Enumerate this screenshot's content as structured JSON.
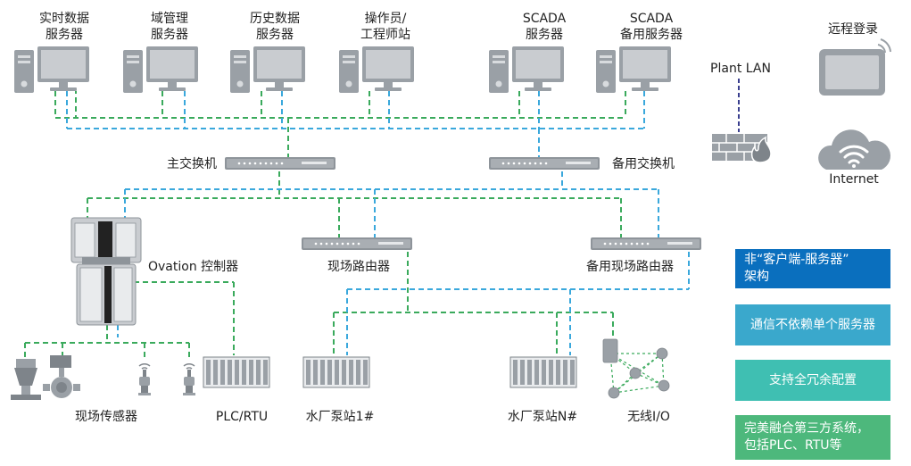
{
  "servers": [
    {
      "line1": "实时数据",
      "line2": "服务器"
    },
    {
      "line1": "域管理",
      "line2": "服务器"
    },
    {
      "line1": "历史数据",
      "line2": "服务器"
    },
    {
      "line1": "操作员/",
      "line2": "工程师站"
    },
    {
      "line1": "SCADA",
      "line2": "服务器"
    },
    {
      "line1": "SCADA",
      "line2": "备用服务器"
    }
  ],
  "remote_login": "远程登录",
  "plant_lan": "Plant LAN",
  "internet": "Internet",
  "main_switch": "主交换机",
  "backup_switch": "备用交换机",
  "controller": "Ovation 控制器",
  "field_router": "现场路由器",
  "backup_field_router": "备用现场路由器",
  "field_sensors": "现场传感器",
  "plc_rtu": "PLC/RTU",
  "pump_station_1": "水厂泵站1#",
  "pump_station_n": "水厂泵站N#",
  "wireless_io": "无线I/O",
  "features": [
    {
      "line1": "非“客户端-服务器”",
      "line2": "架构",
      "color": "#0a6fbe"
    },
    {
      "line1": "通信不依赖单个服务器",
      "line2": "",
      "color": "#3aa8cc"
    },
    {
      "line1": "支持全冗余配置",
      "line2": "",
      "color": "#3fbfb2"
    },
    {
      "line1": "完美融合第三方系统，",
      "line2": "包括PLC、RTU等",
      "color": "#4db87c"
    }
  ],
  "colors": {
    "green_link": "#3aaa5c",
    "blue_link": "#3aa8dc",
    "device_gray": "#9aa0a6",
    "lan_line": "#3a3f8f"
  }
}
